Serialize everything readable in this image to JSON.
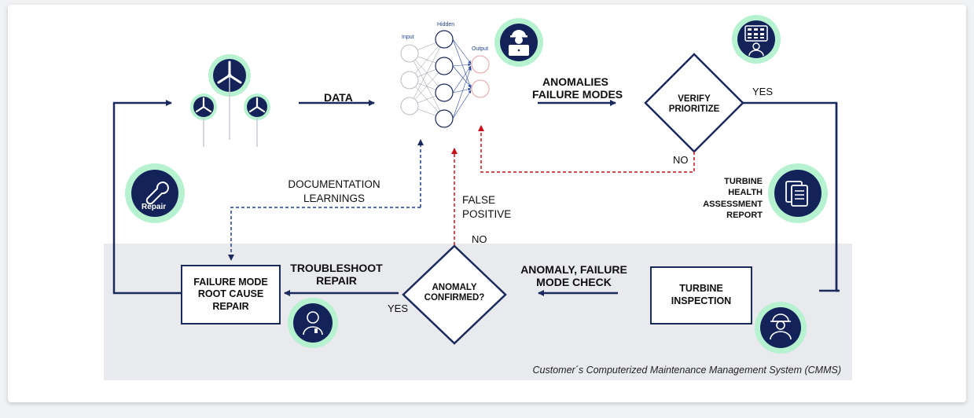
{
  "colors": {
    "navy": "#1b2a5c",
    "icon_navy": "#13235a",
    "mint": "#b6f2cf",
    "red_dashed": "#c8101a",
    "band": "#e9eaee"
  },
  "labels": {
    "data": "DATA",
    "anomalies": "ANOMALIES",
    "failure_modes": "FAILURE MODES",
    "verify": "VERIFY",
    "prioritize": "PRIORITIZE",
    "yes_top": "YES",
    "no_verify": "NO",
    "report_line1": "TURBINE",
    "report_line2": "HEALTH",
    "report_line3": "ASSESSMENT",
    "report_line4": "REPORT",
    "documentation": "DOCUMENTATION",
    "learnings": "LEARNINGS",
    "false": "FALSE",
    "positive": "POSITIVE",
    "no_anomaly": "NO",
    "troubleshoot": "TROUBLESHOOT",
    "repair_label": "REPAIR",
    "anomaly_failure": "ANOMALY, FAILURE",
    "mode_check": "MODE CHECK",
    "anomaly_confirmed_1": "ANOMALY",
    "anomaly_confirmed_2": "CONFIRMED?",
    "yes_bottom": "YES",
    "failure_box_1": "FAILURE MODE",
    "failure_box_2": "ROOT CAUSE",
    "failure_box_3": "REPAIR",
    "inspection_1": "TURBINE",
    "inspection_2": "INSPECTION",
    "cmms": "Customer´s Computerized Maintenance Management System (CMMS)",
    "repair_icon_text": "Repair"
  },
  "neural_net": {
    "input": "Input",
    "hidden": "Hidden",
    "output": "Output"
  },
  "icons": [
    "wind-turbine-icon",
    "engineer-laptop-icon",
    "dashboard-operator-icon",
    "documents-icon",
    "wrench-repair-icon",
    "technician-icon",
    "helmet-worker-icon"
  ]
}
